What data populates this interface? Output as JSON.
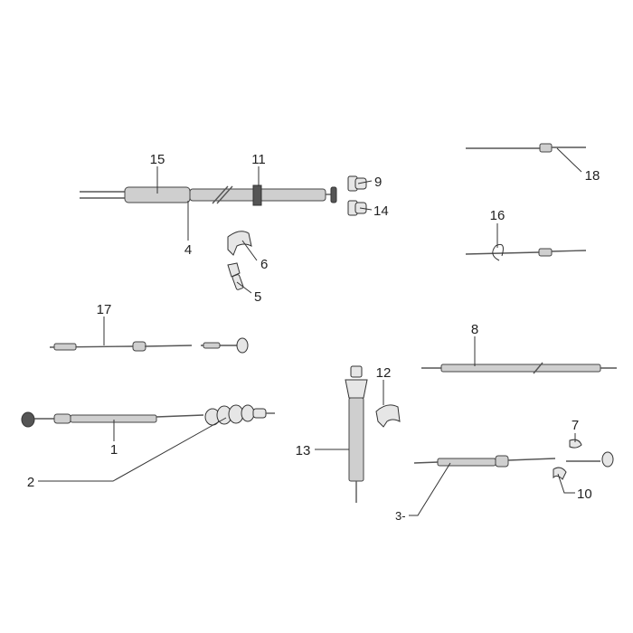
{
  "callouts": {
    "c1": "1",
    "c2": "2",
    "c3": "3-",
    "c4": "4",
    "c5": "5",
    "c6": "6",
    "c7": "7",
    "c8": "8",
    "c9": "9",
    "c10": "10",
    "c11": "11",
    "c12": "12",
    "c13": "13",
    "c14": "14",
    "c15": "15",
    "c16": "16",
    "c17": "17",
    "c18": "18"
  }
}
